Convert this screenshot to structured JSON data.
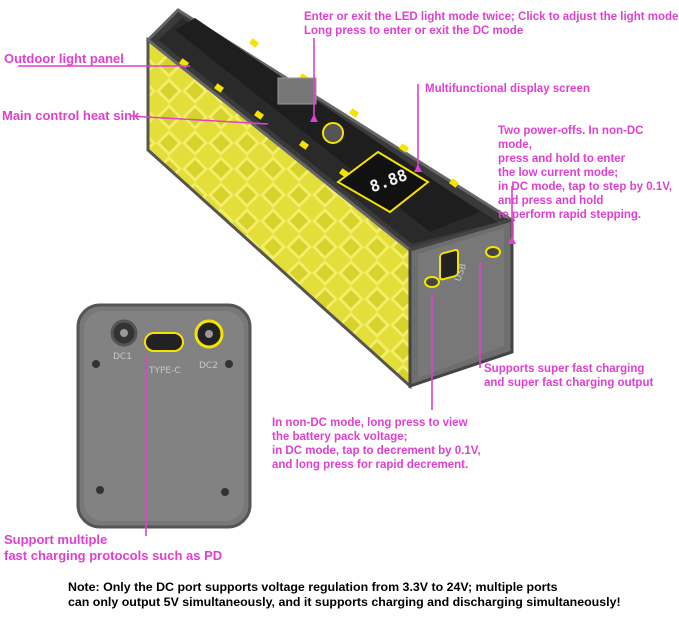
{
  "callouts": {
    "led_mode": "Enter or exit the LED light mode twice; Click to adjust the light mode;\nLong press to enter or exit the DC mode",
    "outdoor_light_panel": "Outdoor light panel",
    "main_control_heat_sink": "Main control heat sink",
    "display_screen": "Multifunctional display screen",
    "power_off": "Two power-offs. In non-DC mode,\npress and hold to enter\nthe low current mode;\nin DC mode, tap to step by 0.1V,\nand press and hold\nto perform rapid stepping.",
    "super_fast": "Supports super fast charging\nand super fast charging output",
    "battery_voltage": "In non-DC mode, long press to view\nthe battery pack voltage;\nin DC mode, tap to decrement by 0.1V,\nand long press for rapid decrement.",
    "fast_protocols": "Support multiple\nfast charging protocols such as PD"
  },
  "ports": {
    "dc1": "DC1",
    "type_c": "TYPE-C",
    "dc2": "DC2",
    "usb_a": "USB"
  },
  "note": "Note: Only the DC port supports voltage regulation from 3.3V to 24V; multiple ports\ncan only output 5V simultaneously, and it supports charging and discharging simultaneously!",
  "colors": {
    "callout": "#e040d0",
    "shell_yellow": "#e6e040",
    "frame_gray": "#6e6e6e",
    "accent_yellow": "#f5e400"
  },
  "icons": [
    "power-button-icon",
    "led-display-icon"
  ]
}
